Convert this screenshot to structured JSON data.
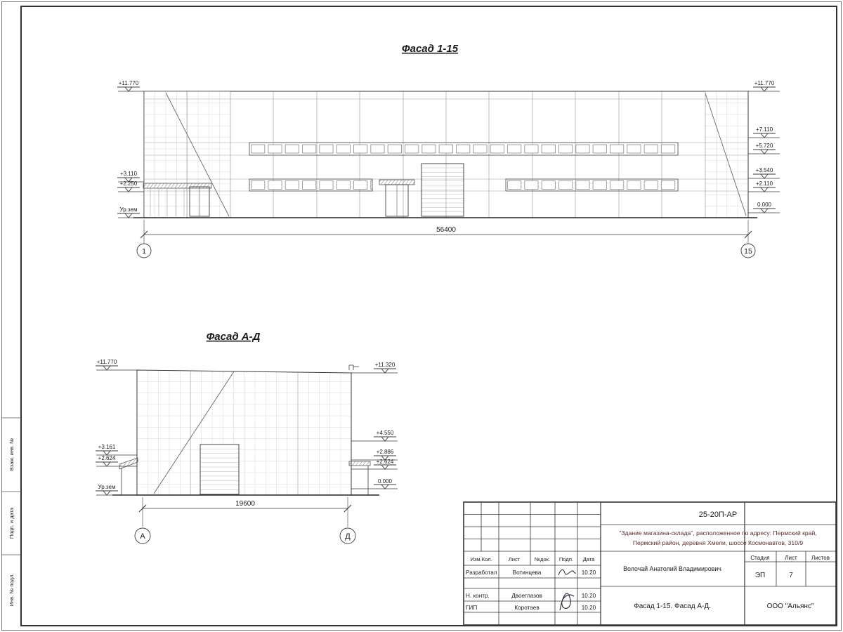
{
  "colors": {
    "line": "#3a3a3a",
    "fine_grid": "#b0b0b0",
    "description_text": "#5a2d2d"
  },
  "facade115": {
    "title": "Фасад 1-15",
    "dimension": "56400",
    "axis_left": "1",
    "axis_right": "15",
    "marks_left": [
      "+11.770",
      "+3.110",
      "+2.250",
      "Ур.зем"
    ],
    "marks_right": [
      "+11.770",
      "+7.110",
      "+5.720",
      "+3.540",
      "+2.110",
      "0.000"
    ]
  },
  "facadeAD": {
    "title": "Фасад А-Д",
    "dimension": "19600",
    "axis_left": "А",
    "axis_right": "Д",
    "marks_left": [
      "+11.770",
      "+3.161",
      "+2.624",
      "Ур.зем"
    ],
    "marks_right": [
      "+11.320",
      "+4.550",
      "+2.886",
      "+2.624",
      "0.000"
    ]
  },
  "margin_labels": [
    "Взам. инв. №",
    "Подп. и дата",
    "Инв. № подл."
  ],
  "titleblock": {
    "doc_code": "25-20П-АР",
    "project_line1": "\"Здание магазина-склада\", расположенное по адресу: Пермский край,",
    "project_line2": "Пермский район, деревня Хмели, шоссе Космонавтов, 310/9",
    "col_izm": "Изм.Кол.",
    "col_list": "Лист",
    "col_doc": "№док.",
    "col_podp": "Подп.",
    "col_data": "Дата",
    "rows": [
      {
        "role": "Разработал",
        "name": "Вотинцева",
        "date": "10.20"
      },
      {
        "role": "Н. контр.",
        "name": "Двоеглазов",
        "date": "10.20"
      },
      {
        "role": "ГИП",
        "name": "Коротаев",
        "date": "10.20"
      }
    ],
    "chief": "Волочай Анатолий Владимирович",
    "sheet_title": "Фасад 1-15. Фасад А-Д.",
    "stage_label": "Стадия",
    "list_label": "Лист",
    "listov_label": "Листов",
    "stage": "ЭП",
    "sheet_number": "7",
    "company": "ООО \"Альянс\""
  }
}
